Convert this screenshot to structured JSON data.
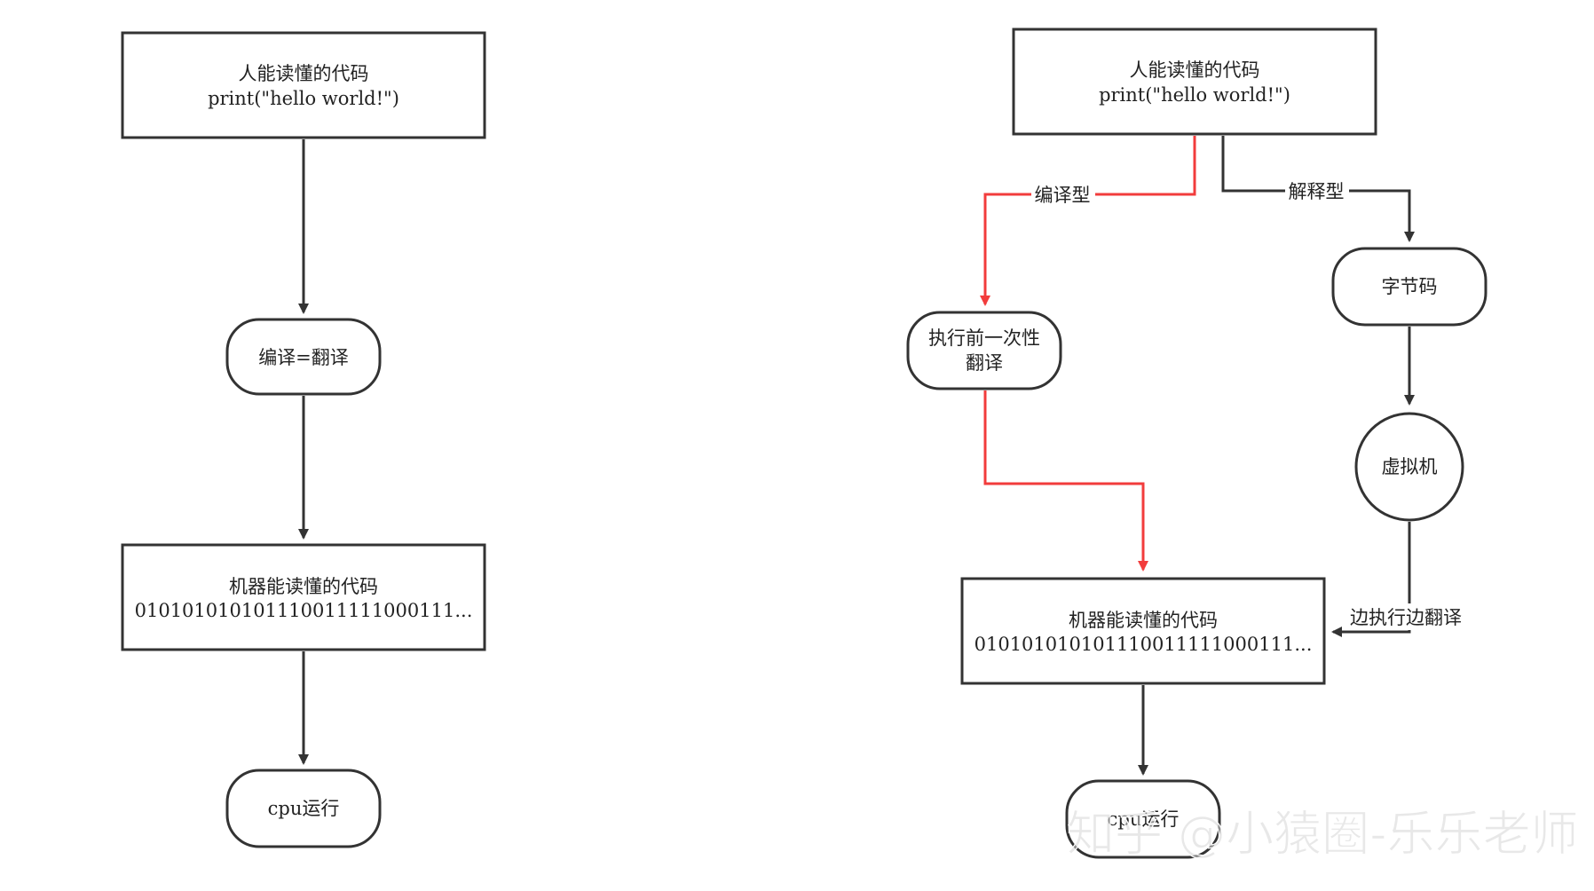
{
  "left_flow": {
    "source": {
      "line1": "人能读懂的代码",
      "line2": "print(\"hello world!\")"
    },
    "compile": {
      "label": "编译=翻译"
    },
    "machine": {
      "line1": "机器能读懂的代码",
      "line2": "010101010101110011111000111..."
    },
    "cpu": {
      "label": "cpu运行"
    }
  },
  "right_flow": {
    "source": {
      "line1": "人能读懂的代码",
      "line2": "print(\"hello world!\")"
    },
    "compiled_branch_label": "编译型",
    "interpreted_branch_label": "解释型",
    "pre_translate": {
      "line1": "执行前一次性",
      "line2": "翻译"
    },
    "bytecode": {
      "label": "字节码"
    },
    "vm": {
      "label": "虚拟机"
    },
    "interpret_label": "边执行边翻译",
    "machine": {
      "line1": "机器能读懂的代码",
      "line2": "010101010101110011111000111..."
    },
    "cpu": {
      "label": "cpu运行"
    }
  },
  "colors": {
    "node_stroke": "#333333",
    "arrow": "#333333",
    "compiled_path": "#f23c3c",
    "watermark": "#d6d6d6"
  },
  "watermark": "知乎 @小猿圈-乐乐老师"
}
